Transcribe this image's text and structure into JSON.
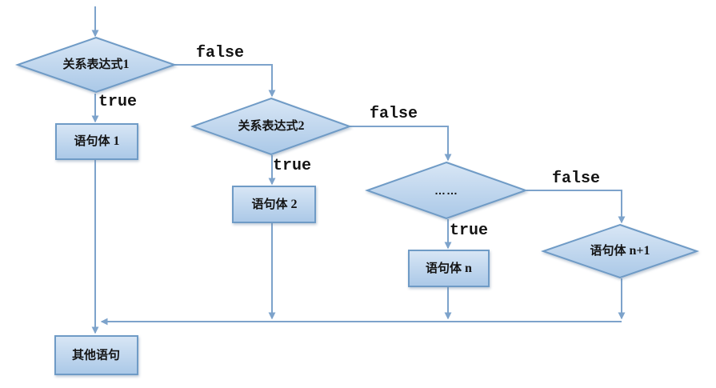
{
  "colors": {
    "shape_fill_top": "#d8e6f5",
    "shape_fill_bottom": "#aac8e7",
    "shape_border": "#6f9bc6",
    "connector": "#7da3cb",
    "text": "#141414"
  },
  "nodes": {
    "decision1": {
      "zh": "关系表达式",
      "num": "1"
    },
    "decision2": {
      "zh": "关系表达式",
      "num": "2"
    },
    "decision3": {
      "ellipsis": "……"
    },
    "decision4": {
      "zh": "语句体",
      "num": " n+1"
    },
    "statement1": {
      "zh": "语句体",
      "num": " 1"
    },
    "statement2": {
      "zh": "语句体",
      "num": " 2"
    },
    "statement_n": {
      "zh": "语句体",
      "num": " n"
    },
    "other_statement": {
      "label": "其他语句"
    }
  },
  "edge_labels": {
    "decision1_true": "true",
    "decision1_false": "false",
    "decision2_true": "true",
    "decision2_false": "false",
    "decision3_true": "true",
    "decision3_false": "false"
  }
}
